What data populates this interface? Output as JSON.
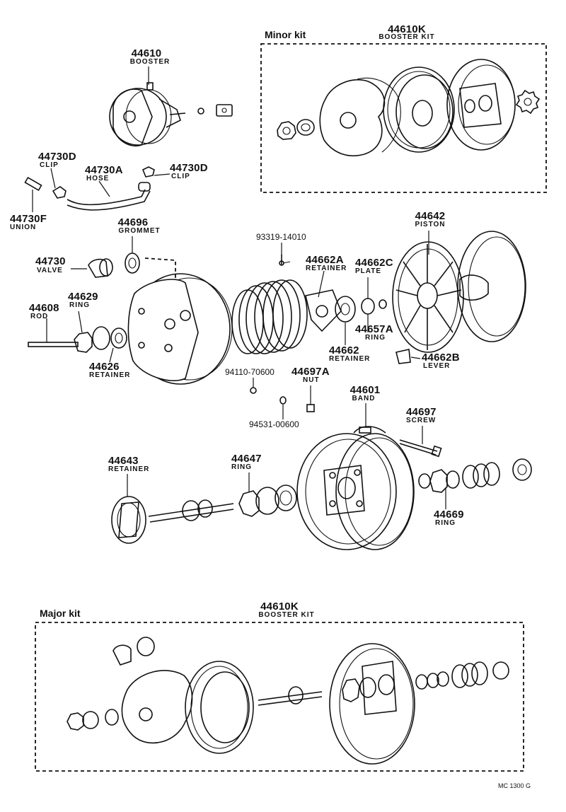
{
  "kits": {
    "minor": {
      "title": "Minor kit",
      "part_no": "44610K",
      "name": "BOOSTER KIT"
    },
    "major": {
      "title": "Major kit",
      "part_no": "44610K",
      "name": "BOOSTER KIT"
    }
  },
  "parts": {
    "p44610": {
      "no": "44610",
      "name": "BOOSTER"
    },
    "p44730D1": {
      "no": "44730D",
      "name": "CLIP"
    },
    "p44730A": {
      "no": "44730A",
      "name": "HOSE"
    },
    "p44730D2": {
      "no": "44730D",
      "name": "CLIP"
    },
    "p44730F": {
      "no": "44730F",
      "name": "UNION"
    },
    "p44696": {
      "no": "44696",
      "name": "GROMMET"
    },
    "p93319": {
      "no": "93319-14010",
      "name": ""
    },
    "p44662A": {
      "no": "44662A",
      "name": "RETAINER"
    },
    "p44662C": {
      "no": "44662C",
      "name": "PLATE"
    },
    "p44642": {
      "no": "44642",
      "name": "PISTON"
    },
    "p44730": {
      "no": "44730",
      "name": "VALVE"
    },
    "p44629": {
      "no": "44629",
      "name": "RING"
    },
    "p44608": {
      "no": "44608",
      "name": "ROD"
    },
    "p44657A": {
      "no": "44657A",
      "name": "RING"
    },
    "p44662": {
      "no": "44662",
      "name": "RETAINER"
    },
    "p44662B": {
      "no": "44662B",
      "name": "LEVER"
    },
    "p44626": {
      "no": "44626",
      "name": "RETAINER"
    },
    "p94110": {
      "no": "94110-70600",
      "name": ""
    },
    "p44697A": {
      "no": "44697A",
      "name": "NUT"
    },
    "p44601": {
      "no": "44601",
      "name": "BAND"
    },
    "p44697": {
      "no": "44697",
      "name": "SCREW"
    },
    "p94531": {
      "no": "94531-00600",
      "name": ""
    },
    "p44643": {
      "no": "44643",
      "name": "RETAINER"
    },
    "p44647": {
      "no": "44647",
      "name": "RING"
    },
    "p44669": {
      "no": "44669",
      "name": "RING"
    }
  },
  "footer": {
    "code": "MC 1300 G"
  }
}
